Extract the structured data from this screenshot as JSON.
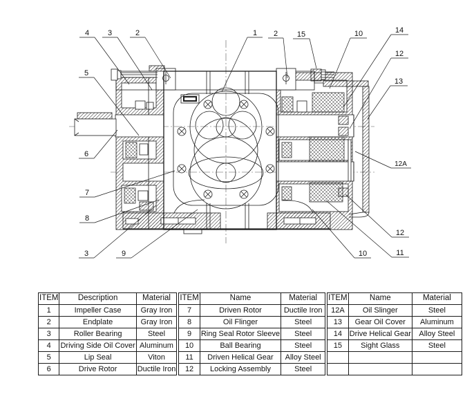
{
  "drawing": {
    "callouts": [
      {
        "label": "4"
      },
      {
        "label": "3"
      },
      {
        "label": "2"
      },
      {
        "label": "1"
      },
      {
        "label": "2"
      },
      {
        "label": "15"
      },
      {
        "label": "10"
      },
      {
        "label": "14"
      },
      {
        "label": "12"
      },
      {
        "label": "13"
      },
      {
        "label": "12A"
      },
      {
        "label": "12"
      },
      {
        "label": "11"
      },
      {
        "label": "10"
      },
      {
        "label": "5"
      },
      {
        "label": "6"
      },
      {
        "label": "7"
      },
      {
        "label": "8"
      },
      {
        "label": "3"
      },
      {
        "label": "9"
      }
    ]
  },
  "tables": [
    {
      "headers": [
        "ITEM",
        "Description",
        "Material"
      ],
      "rows": [
        [
          "1",
          "Impeller Case",
          "Gray Iron"
        ],
        [
          "2",
          "Endplate",
          "Gray Iron"
        ],
        [
          "3",
          "Roller Bearing",
          "Steel"
        ],
        [
          "4",
          "Driving Side Oil Cover",
          "Aluminum"
        ],
        [
          "5",
          "Lip Seal",
          "Viton"
        ],
        [
          "6",
          "Drive Rotor",
          "Ductile Iron"
        ]
      ]
    },
    {
      "headers": [
        "ITEM",
        "Name",
        "Material"
      ],
      "rows": [
        [
          "7",
          "Driven Rotor",
          "Ductile Iron"
        ],
        [
          "8",
          "Oil Flinger",
          "Steel"
        ],
        [
          "9",
          "Ring Seal Rotor Sleeve",
          "Steel"
        ],
        [
          "10",
          "Ball Bearing",
          "Steel"
        ],
        [
          "11",
          "Driven Helical Gear",
          "Alloy Steel"
        ],
        [
          "12",
          "Locking Assembly",
          "Steel"
        ]
      ]
    },
    {
      "headers": [
        "ITEM",
        "Name",
        "Material"
      ],
      "rows": [
        [
          "12A",
          "Oil Slinger",
          "Steel"
        ],
        [
          "13",
          "Gear Oil Cover",
          "Aluminum"
        ],
        [
          "14",
          "Drive Helical Gear",
          "Alloy Steel"
        ],
        [
          "15",
          "Sight Glass",
          "Steel"
        ],
        [
          "",
          "",
          ""
        ],
        [
          "",
          "",
          ""
        ]
      ]
    }
  ]
}
